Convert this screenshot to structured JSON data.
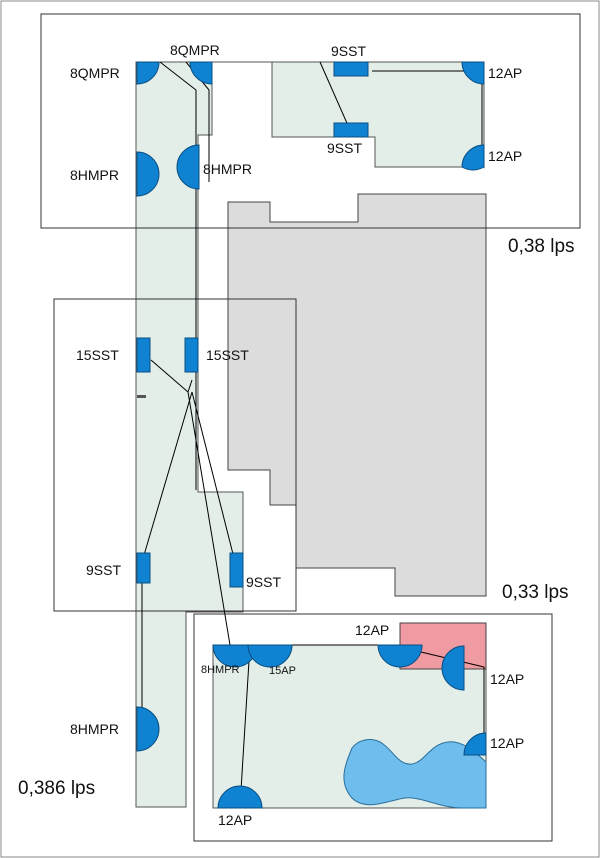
{
  "colors": {
    "lawn": "#e3eee8",
    "building": "#dcdcdc",
    "pool": "#6fbdec",
    "patio": "#f09aa2",
    "head": "#1082d2",
    "line": "#000000"
  },
  "zones": {
    "zone_top_flow": "0,38 lps",
    "zone_right_flow": "0,33 lps",
    "zone_left_flow": "0,386 lps"
  },
  "heads": {
    "h1": {
      "label": "8QMPR",
      "type": "sprinkler-quarter"
    },
    "h2": {
      "label": "8QMPR",
      "type": "sprinkler-quarter"
    },
    "h3": {
      "label": "8HMPR",
      "type": "sprinkler-half"
    },
    "h4": {
      "label": "8HMPR",
      "type": "sprinkler-half"
    },
    "h5": {
      "label": "9SST",
      "type": "strip"
    },
    "h6": {
      "label": "9SST",
      "type": "strip"
    },
    "h7": {
      "label": "12AP",
      "type": "sprinkler-quarter"
    },
    "h8": {
      "label": "12AP",
      "type": "sprinkler-half"
    },
    "h9": {
      "label": "15SST",
      "type": "strip"
    },
    "h10": {
      "label": "15SST",
      "type": "strip"
    },
    "h11": {
      "label": "9SST",
      "type": "strip"
    },
    "h12": {
      "label": "9SST",
      "type": "strip"
    },
    "h13": {
      "label": "8HMPR",
      "type": "sprinkler-half"
    },
    "h14": {
      "label": "8HMPR",
      "type": "sprinkler-half"
    },
    "h15": {
      "label": "15AP",
      "type": "sprinkler-half"
    },
    "h16": {
      "label": "12AP",
      "type": "sprinkler-half"
    },
    "h17": {
      "label": "12AP",
      "type": "sprinkler-half"
    },
    "h18": {
      "label": "12AP",
      "type": "sprinkler-half"
    },
    "h19": {
      "label": "12AP",
      "type": "sprinkler-half"
    }
  }
}
